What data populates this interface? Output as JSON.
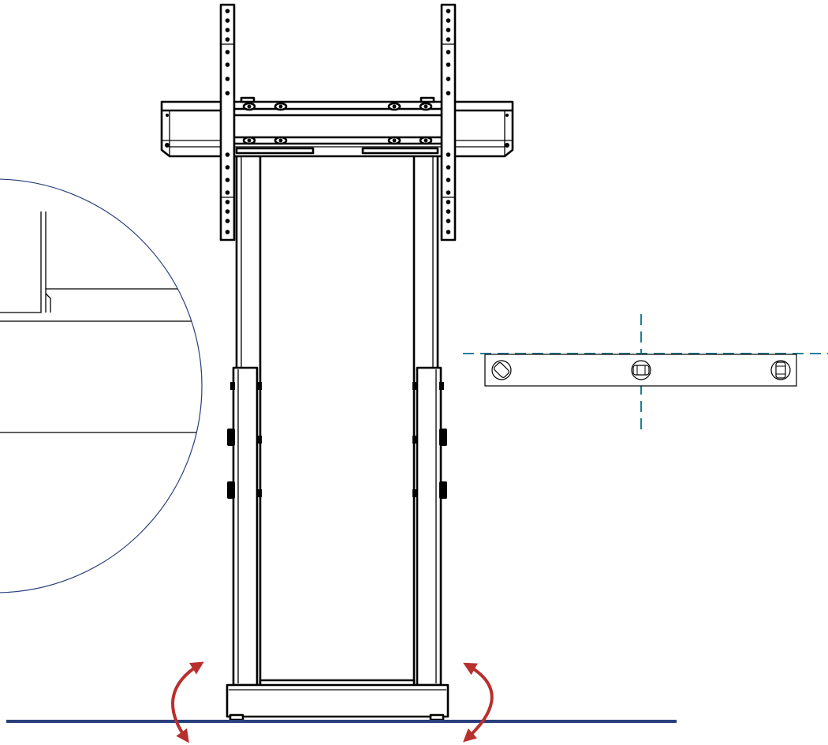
{
  "figure": {
    "description_text": "",
    "colors": {
      "line": "#000000",
      "floor": "#2a3f7d",
      "detail_circle": "#2a3f7d",
      "level_guides": "#1e7f9a",
      "tilt_arrows": "#b8302e",
      "background": "#ffffff"
    },
    "icons": [
      "tv-stand-frame",
      "spirit-level",
      "tilt-arrow",
      "detail-magnifier"
    ]
  }
}
